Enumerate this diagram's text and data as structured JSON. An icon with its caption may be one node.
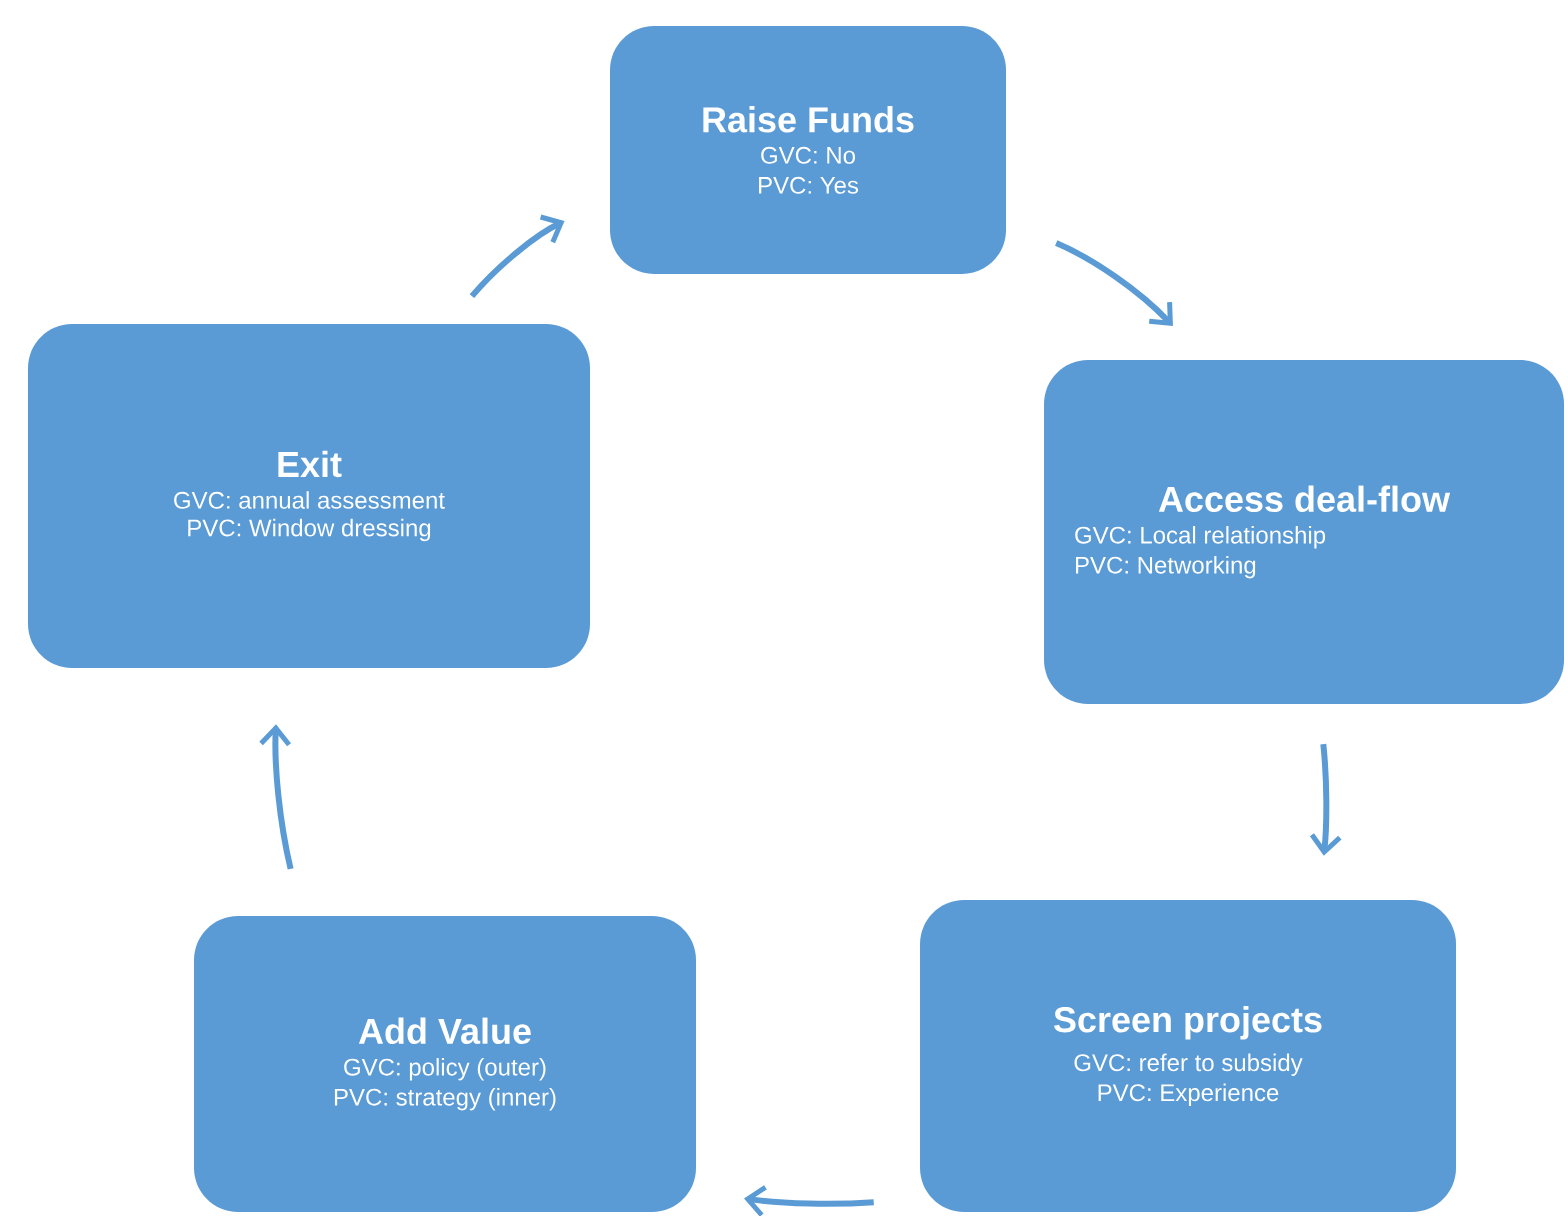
{
  "diagram": {
    "nodes": [
      {
        "text": [
          "Raise Funds",
          "GVC: No",
          "PVC: Yes"
        ]
      },
      {
        "text": [
          "Access deal-flow",
          "GVC: Local relationship",
          "PVC: Networking"
        ]
      },
      {
        "text": [
          "Screen projects",
          "GVC: refer to subsidy",
          "PVC: Experience"
        ]
      },
      {
        "text": [
          "Add Value",
          "GVC: policy (outer)",
          "PVC: strategy (inner)"
        ]
      },
      {
        "text": [
          "Exit",
          "GVC: annual assessment",
          "PVC: Window dressing"
        ]
      }
    ],
    "edges": [
      {
        "from": 0,
        "to": 1,
        "arrow": "to"
      },
      {
        "from": 1,
        "to": 2,
        "arrow": "to"
      },
      {
        "from": 2,
        "to": 3,
        "arrow": "to"
      },
      {
        "from": 3,
        "to": 4,
        "arrow": "to"
      },
      {
        "from": 4,
        "to": 0,
        "arrow": "to"
      }
    ]
  }
}
